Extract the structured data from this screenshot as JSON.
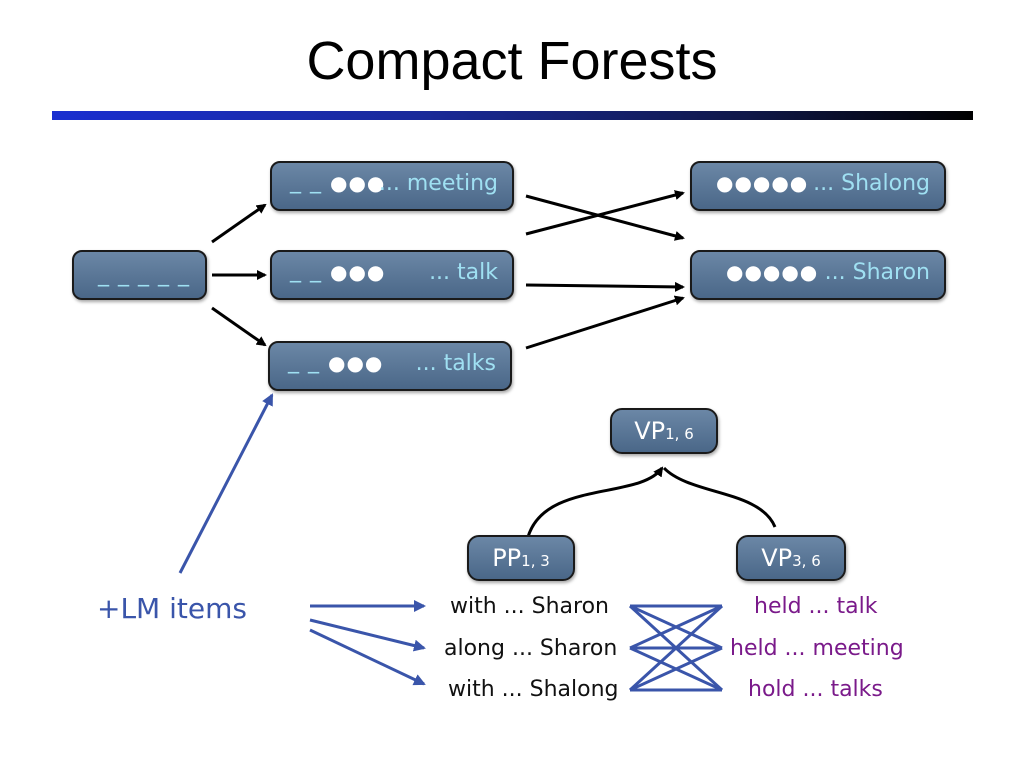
{
  "title": "Compact Forests",
  "forest_nodes": {
    "root": {
      "blank": "_ _ _ _ _"
    },
    "meeting": {
      "blank": "_ _",
      "dots": "●●●",
      "word": "... meeting"
    },
    "talk": {
      "blank": "_ _",
      "dots": "●●●",
      "word": "... talk"
    },
    "talks": {
      "blank": "_ _",
      "dots": "●●●",
      "word": "... talks"
    },
    "shalong": {
      "dots": "●●●●●",
      "word": "... Shalong"
    },
    "sharon": {
      "dots": "●●●●●",
      "word": "... Sharon"
    }
  },
  "tree_nodes": {
    "vp16": {
      "label": "VP",
      "sub": "1, 6"
    },
    "pp13": {
      "label": "PP",
      "sub": "1, 3"
    },
    "vp36": {
      "label": "VP",
      "sub": "3, 6"
    }
  },
  "lm_label": "+LM items",
  "left_items": [
    "with ... Sharon",
    "along ... Sharon",
    "with ... Shalong"
  ],
  "right_items": [
    "held ... talk",
    "held ... meeting",
    "hold ... talks"
  ],
  "colors": {
    "node_fill": "#5a7797",
    "node_text": "#9fe0f2",
    "arrow_blue": "#3a55aa",
    "purple_text": "#7a1a8a"
  }
}
